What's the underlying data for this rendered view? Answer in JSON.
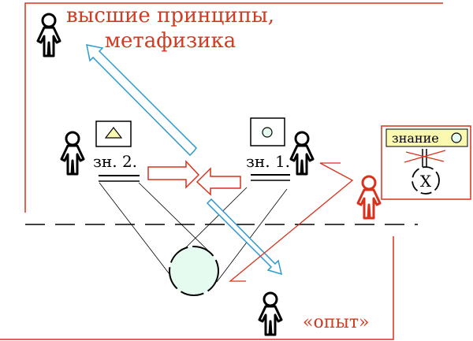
{
  "labels": {
    "higher_principles_line1": "высшие принципы,",
    "higher_principles_line2": "метафизика",
    "knowledge2": "зн. 2.",
    "knowledge1": "зн. 1.",
    "experience": "«опыт»",
    "knowledge_box": "знание",
    "unknown": "X"
  },
  "colors": {
    "frame_red": "#d8321c",
    "arrow_blue": "#2e9ad0",
    "yellow": "#fbf8b0",
    "mint": "#e6fbf0"
  }
}
